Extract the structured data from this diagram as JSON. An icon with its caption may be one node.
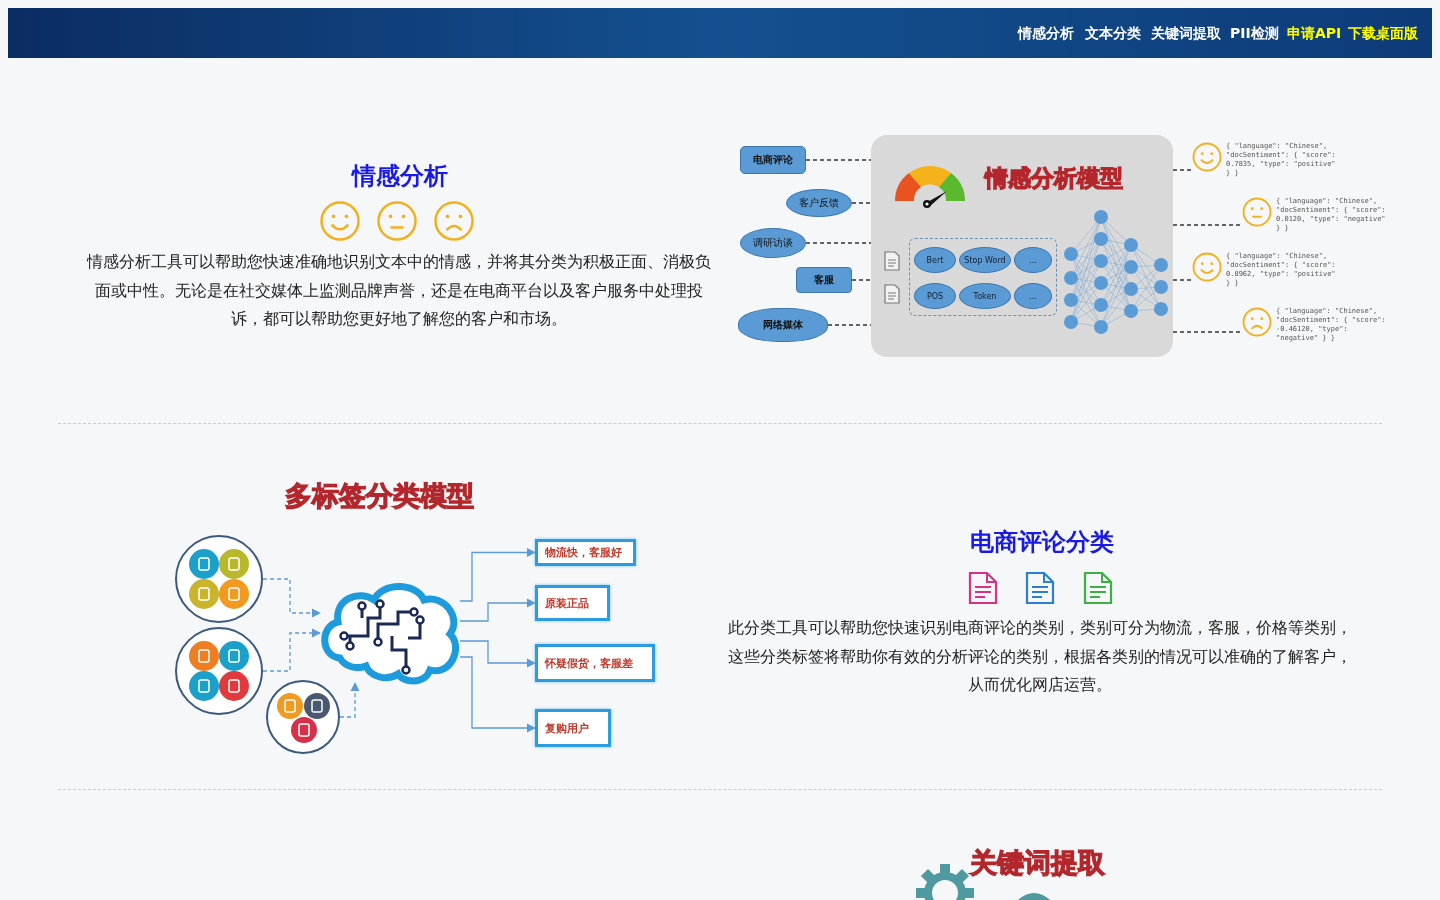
{
  "diagram": {
    "nodes": [
      {
        "text": [
          "电商评论"
        ]
      },
      {
        "text": [
          "客户反馈"
        ]
      },
      {
        "text": [
          "调研访谈"
        ]
      },
      {
        "text": [
          "客服"
        ]
      },
      {
        "text": [
          "网络媒体"
        ]
      },
      {
        "text": [
          "情感分析模型"
        ]
      },
      {
        "text": [],
        "shape": "box",
        "in": 5
      },
      {
        "text": [
          "Bert"
        ],
        "in": 6
      },
      {
        "text": [
          "Stop Word"
        ],
        "in": 6
      },
      {
        "text": [
          "..."
        ],
        "in": 6
      },
      {
        "text": [
          "POS"
        ],
        "in": 6
      },
      {
        "text": [
          "Token"
        ],
        "in": 6
      },
      {
        "text": [
          "..."
        ],
        "in": 6
      },
      {
        "text": [
          "{ \"language\": \"Chinese\", \"docSentiment\": { \"score\": 0.7835, \"type\": \"positive\" } }"
        ]
      },
      {
        "text": [
          "{ \"language\": \"Chinese\", \"docSentiment\": { \"score\": 0.0120, \"type\": \"negative\" } }"
        ]
      },
      {
        "text": [
          "{ \"language\": \"Chinese\", \"docSentiment\": { \"score\": 0.8962, \"type\": \"positive\" } }"
        ]
      },
      {
        "text": [
          "{ \"language\": \"Chinese\", \"docSentiment\": { \"score\": -0.46120, \"type\": \"negative\" } }"
        ]
      },
      {
        "text": [],
        "shape": "circle"
      },
      {
        "text": [],
        "shape": "circle"
      },
      {
        "text": [],
        "shape": "circle"
      },
      {
        "text": [],
        "shape": "cloud"
      },
      {
        "text": [
          "物流快，客服好"
        ]
      },
      {
        "text": [
          "原装正品"
        ]
      },
      {
        "text": [
          "怀疑假货，客服差"
        ]
      },
      {
        "text": [
          "复购用户"
        ]
      }
    ],
    "edges": [
      {
        "from": 0,
        "to": 5,
        "arrow": "none",
        "style": "dashed"
      },
      {
        "from": 1,
        "to": 5,
        "arrow": "none",
        "style": "dashed"
      },
      {
        "from": 2,
        "to": 5,
        "arrow": "none",
        "style": "dashed"
      },
      {
        "from": 3,
        "to": 5,
        "arrow": "none",
        "style": "dashed"
      },
      {
        "from": 4,
        "to": 5,
        "arrow": "none",
        "style": "dashed"
      },
      {
        "from": 5,
        "to": 13,
        "arrow": "none",
        "style": "dashed"
      },
      {
        "from": 5,
        "to": 14,
        "arrow": "none",
        "style": "dashed"
      },
      {
        "from": 5,
        "to": 15,
        "arrow": "none",
        "style": "dashed"
      },
      {
        "from": 5,
        "to": 16,
        "arrow": "none",
        "style": "dashed"
      },
      {
        "from": 17,
        "to": 20,
        "arrow": "to",
        "style": "dashed",
        "color": "#5b9bd5"
      },
      {
        "from": 18,
        "to": 20,
        "arrow": "to",
        "style": "dashed",
        "color": "#5b9bd5"
      },
      {
        "from": 19,
        "to": 20,
        "arrow": "to",
        "style": "dashed",
        "color": "#5b9bd5"
      },
      {
        "from": 20,
        "to": 21,
        "arrow": "to",
        "color": "#5b9bd5"
      },
      {
        "from": 20,
        "to": 22,
        "arrow": "to",
        "color": "#5b9bd5"
      },
      {
        "from": 20,
        "to": 23,
        "arrow": "to",
        "color": "#5b9bd5"
      },
      {
        "from": 20,
        "to": 24,
        "arrow": "to",
        "color": "#5b9bd5"
      }
    ],
    "labels": [
      "情感分析",
      "文本分类",
      "关键词提取",
      "PII检测",
      "申请API",
      "下载桌面版",
      "情感分析",
      "情感分析工具可以帮助您快速准确地识别文本中的情感，并将其分类为积极正面、消极负面或中性。无论是在社交媒体上监测品牌声誉，还是在电商平台以及客户服务中处理投诉，都可以帮助您更好地了解您的客户和市场。",
      "多标签分类模型",
      "电商评论分类",
      "此分类工具可以帮助您快速识别电商评论的类别，类别可分为物流，客服，价格等类别，这些分类标签将帮助你有效的分析评论的类别，根据各类别的情况可以准确的了解客户，从而优化网店运营。",
      "关键词提取"
    ]
  }
}
